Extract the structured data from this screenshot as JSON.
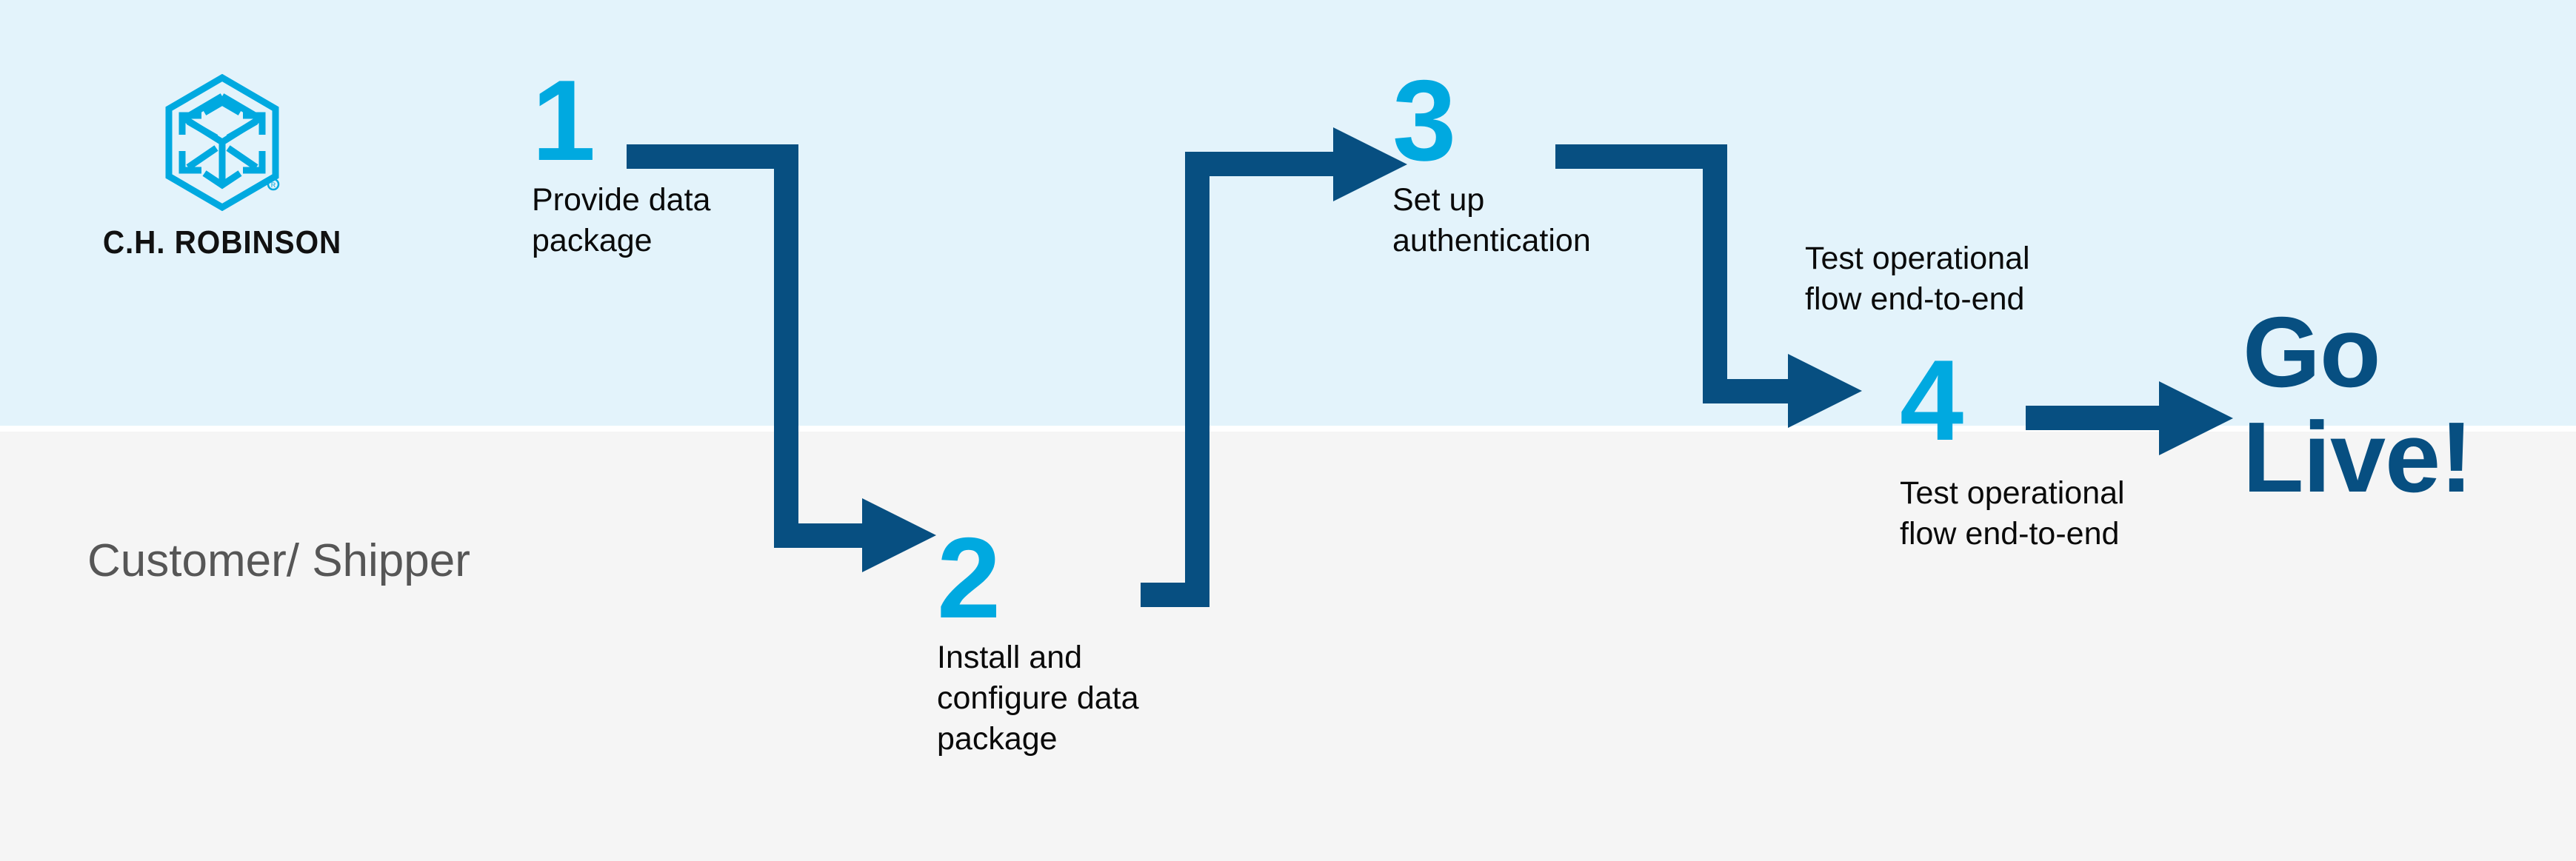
{
  "colors": {
    "band_top": "#e3f3fb",
    "band_bottom": "#f5f5f5",
    "brand_cyan": "#00a9e0",
    "brand_navy": "#074f81",
    "text_dark": "#0a0a0a",
    "lane_label": "#565656"
  },
  "brand": {
    "wordmark": "C.H. ROBINSON",
    "logo_icon": "hexagon-cube-arrows-logo"
  },
  "lane": {
    "label": "Customer/\nShipper"
  },
  "steps": [
    {
      "number": "1",
      "text": "Provide data\npackage"
    },
    {
      "number": "2",
      "text": "Install and\nconfigure data\npackage"
    },
    {
      "number": "3",
      "text": "Set up\nauthentication"
    },
    {
      "number": "",
      "text": "Test operational\nflow end-to-end"
    },
    {
      "number": "4",
      "text": "Test operational\nflow end-to-end"
    }
  ],
  "outcome": {
    "label": "Go\nLive!"
  },
  "connectors": [
    {
      "name": "step1-to-step2",
      "shape": "down-right-elbow-arrow"
    },
    {
      "name": "step2-to-step3",
      "shape": "up-right-elbow-arrow"
    },
    {
      "name": "step3-to-step4",
      "shape": "down-right-elbow-arrow"
    },
    {
      "name": "step4-to-golive",
      "shape": "straight-right-arrow"
    }
  ]
}
